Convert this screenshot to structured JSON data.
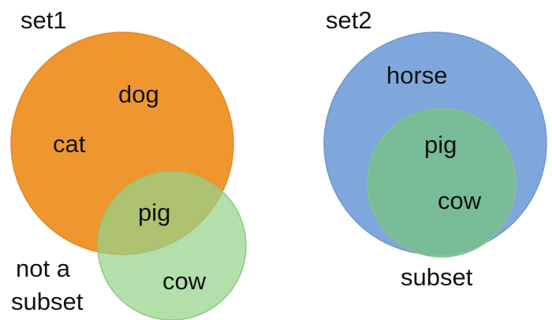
{
  "left": {
    "set_label": "set1",
    "set_items": [
      "dog",
      "cat"
    ],
    "overlap_item": "pig",
    "other_item": "cow",
    "caption_line1": "not a",
    "caption_line2": "subset"
  },
  "right": {
    "set_label": "set2",
    "outer_item": "horse",
    "inner_items": [
      "pig",
      "cow"
    ],
    "caption": "subset"
  },
  "colors": {
    "orange": "#F0962E",
    "orange_edge": "#E08A2A",
    "green": "#95D28B",
    "green_edge": "#8CCB82",
    "blue": "#7FA7DC",
    "blue_edge": "#6F97CF",
    "inner_green": "#78BE8F",
    "inner_green_edge": "#86C389"
  }
}
